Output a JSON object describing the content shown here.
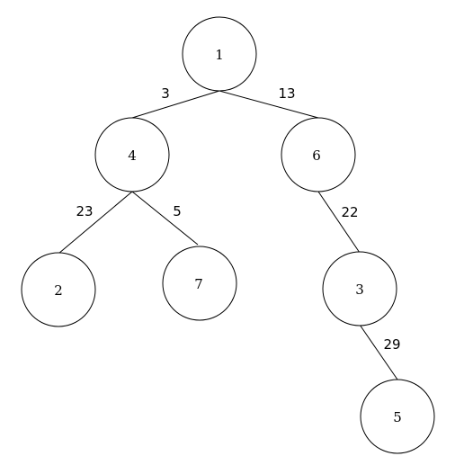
{
  "diagram": {
    "nodes": [
      {
        "id": "n1",
        "label": "1"
      },
      {
        "id": "n4",
        "label": "4"
      },
      {
        "id": "n6",
        "label": "6"
      },
      {
        "id": "n2",
        "label": "2"
      },
      {
        "id": "n7",
        "label": "7"
      },
      {
        "id": "n3",
        "label": "3"
      },
      {
        "id": "n5",
        "label": "5"
      }
    ],
    "edges": [
      {
        "from": "n1",
        "to": "n4",
        "weight": "3"
      },
      {
        "from": "n1",
        "to": "n6",
        "weight": "13"
      },
      {
        "from": "n4",
        "to": "n2",
        "weight": "23"
      },
      {
        "from": "n4",
        "to": "n7",
        "weight": "5"
      },
      {
        "from": "n6",
        "to": "n3",
        "weight": "22"
      },
      {
        "from": "n3",
        "to": "n5",
        "weight": "29"
      }
    ]
  }
}
